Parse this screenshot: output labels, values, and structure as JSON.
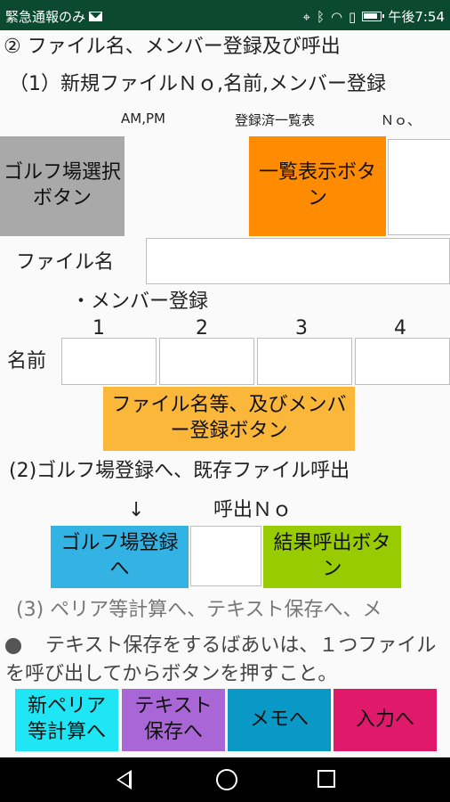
{
  "status_bar": {
    "carrier": "緊急通報のみ",
    "time": "午後7:54",
    "icons": [
      "mail-icon",
      "location-icon",
      "bluetooth-icon",
      "wifi-icon",
      "vibrate-icon",
      "battery-icon"
    ]
  },
  "section2": {
    "heading": "② ファイル名、メンバー登録及び呼出",
    "sub1": "（1）新規ファイルＮｏ,名前,メンバー登録",
    "label_ampm": "AM,PM",
    "label_registered_list": "登録済一覧表",
    "label_no": "Ｎｏ、",
    "golf_select_button": "ゴルフ場選択ボタン",
    "list_display_button": "一覧表示ボタン",
    "file_name_label": "ファイル名",
    "member_register_label": "・メンバー登録",
    "member_numbers": [
      "1",
      "2",
      "3",
      "4"
    ],
    "name_label": "名前",
    "register_button": "ファイル名等、及びメンバー登録ボタン",
    "sub2": "(2)ゴルフ場登録へ、既存ファイル呼出",
    "arrow": "↓",
    "call_no_label": "呼出Ｎｏ",
    "golf_register_button": "ゴルフ場登録へ",
    "result_call_button": "結果呼出ボタン",
    "sub3": "(3) ペリア等計算へ、テキスト保存へ、メ",
    "note": "テキスト保存をするばあいは、１つファイルを呼び出してからボタンを押すこと。"
  },
  "bottom_buttons": {
    "peria": "新ペリア等計算へ",
    "text_save": "テキスト保存へ",
    "memo": "メモへ",
    "input": "入力へ"
  },
  "colors": {
    "status_bar": "#0b4a2e",
    "gray_button": "#a9a9a9",
    "orange_button": "#ff8c00",
    "amber_button": "#fbb739",
    "blue_button": "#33b2e4",
    "green_button": "#99cc00",
    "cyan_button": "#1ee6f4",
    "purple_button": "#a866d6",
    "teal_button": "#0a99c6",
    "pink_button": "#e0196a"
  }
}
